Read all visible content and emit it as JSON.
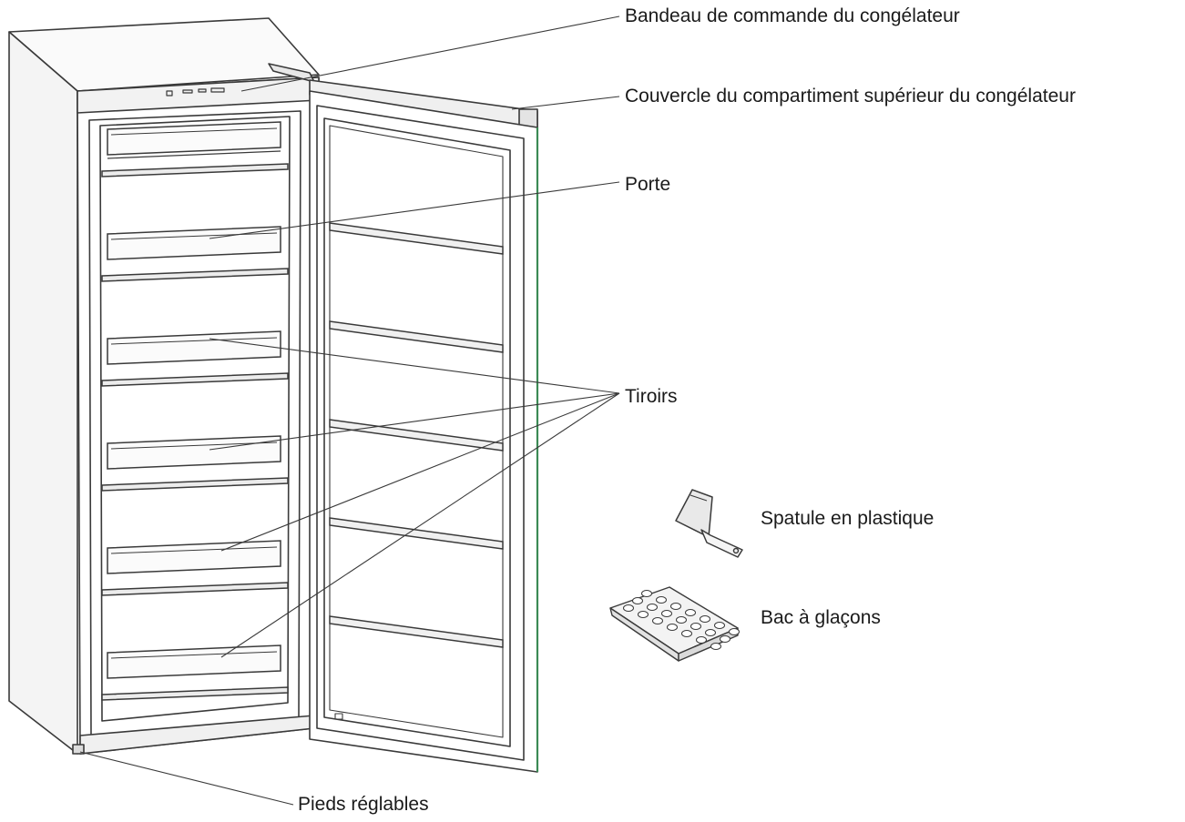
{
  "labels": {
    "control_panel": "Bandeau de commande du congélateur",
    "top_cover": "Couvercle du compartiment supérieur du congélateur",
    "door": "Porte",
    "drawers": "Tiroirs",
    "scraper": "Spatule en plastique",
    "ice_tray": "Bac à glaçons",
    "feet": "Pieds réglables"
  },
  "colors": {
    "line": "#3a3a3a",
    "door_edge": "#3c8a55",
    "text": "#1a1a1a"
  },
  "drawer_count": 6,
  "door_shelf_count": 5
}
